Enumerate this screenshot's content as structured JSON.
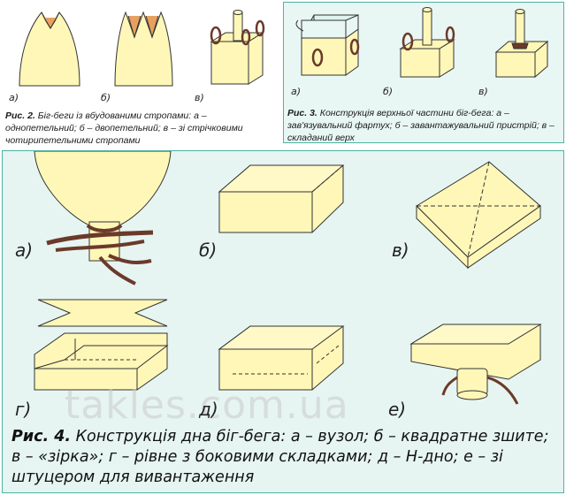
{
  "colors": {
    "bag_fill": "#fff7b8",
    "outline": "#333333",
    "rope": "#6b3a2a",
    "teal_border": "#4db3a0"
  },
  "fig2": {
    "labels": [
      "а)",
      "б)",
      "в)"
    ],
    "caption_title": "Рис. 2.",
    "caption_text": "Біг-беги із вбудованими стропами: а – однопетельний; б – двопетельний; в – зі стрічковими чотирипетельними стропами"
  },
  "fig3": {
    "labels": [
      "а)",
      "б)",
      "в)"
    ],
    "caption_title": "Рис. 3.",
    "caption_text": "Конструкція верхньої частини біг-бега: а – зав'язувальний фартух; б – завантажувальний пристрій; в – складаний верх"
  },
  "fig4": {
    "labels": [
      "а)",
      "б)",
      "в)",
      "г)",
      "д)",
      "е)"
    ],
    "caption_title": "Рис. 4.",
    "caption_text": "Конструкція дна біг-бега: а – вузол; б – квадратне зшите; в – «зірка»; г – рівне з боковими складками; д – Н-дно; е – зі штуцером для вивантаження"
  },
  "watermark": "takles.com.ua"
}
